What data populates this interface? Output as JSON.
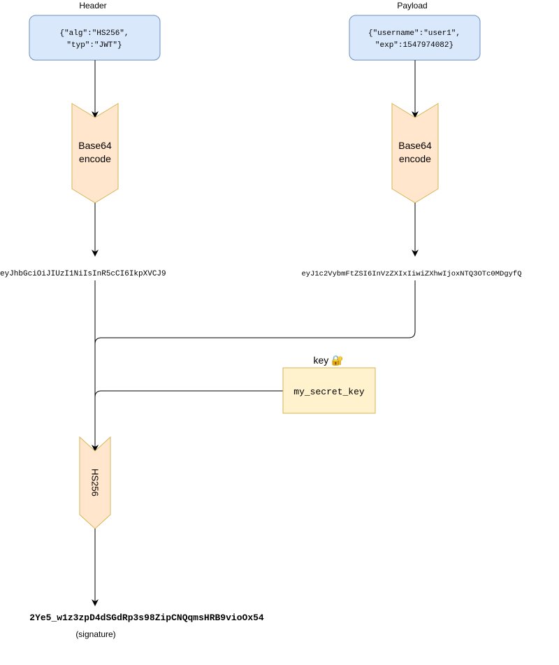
{
  "header": {
    "title": "Header",
    "json_line1": "{\"alg\":\"HS256\",",
    "json_line2": "\"typ\":\"JWT\"}"
  },
  "payload": {
    "title": "Payload",
    "json_line1": "{\"username\":\"user1\",",
    "json_line2": "\"exp\":1547974082}"
  },
  "encode_steps": {
    "line1": "Base64",
    "line2": "encode"
  },
  "encoded_header": "eyJhbGciOiJIUzI1NiIsInR5cCI6IkpXVCJ9",
  "encoded_payload": "eyJ1c2VybmFtZSI6InVzZXIxIiwiZXhwIjoxNTQ3OTc0MDgyfQ",
  "key": {
    "title": "key 🔐",
    "value": "my_secret_key"
  },
  "hash_step": {
    "label": "HS256"
  },
  "signature": {
    "value": "2Ye5_w1z3zpD4dSGdRp3s98ZipCNQqmsHRB9vioOx54",
    "caption": "(signature)"
  },
  "colors": {
    "blue_box_fill": "#dae8fc",
    "blue_box_stroke": "#6c8ebf",
    "orange_fill": "#ffe6cc",
    "orange_stroke": "#d6b656",
    "key_fill": "#fff2cc",
    "key_stroke": "#d6b656",
    "line": "#000000"
  }
}
